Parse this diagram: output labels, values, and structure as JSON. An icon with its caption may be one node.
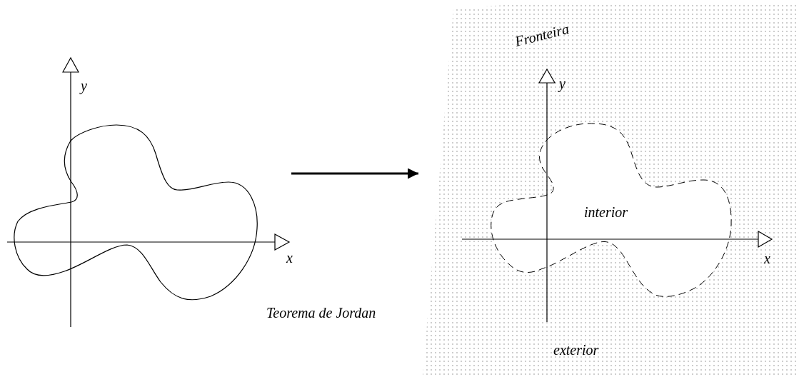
{
  "diagram": {
    "nodes": [
      {
        "text": [],
        "shape": "picture"
      },
      {
        "text": [],
        "shape": "picture"
      }
    ],
    "edges": [
      {
        "from": 0,
        "to": 1,
        "arrow": "to"
      }
    ],
    "labels": [
      "Fronteira",
      "y",
      "y",
      "interior",
      "x",
      "x",
      "Teorema de Jordan",
      "exterior"
    ]
  }
}
